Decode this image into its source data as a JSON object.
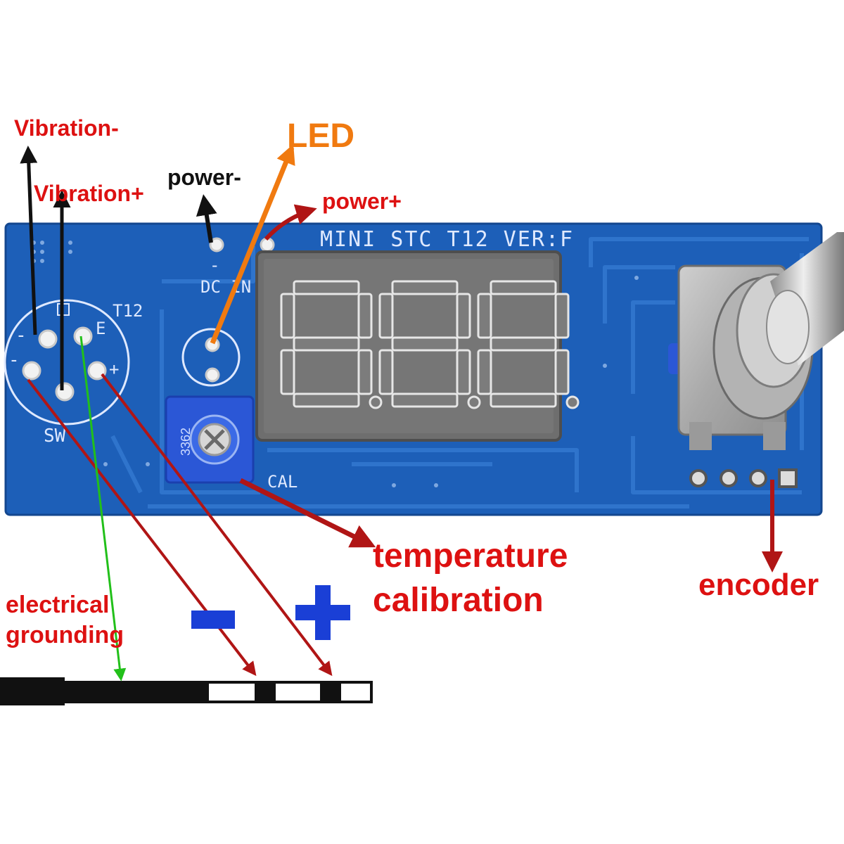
{
  "board": {
    "silkscreen_title": "MINI STC T12 VER:F",
    "dc_in_label": "DC IN",
    "dc_minus_mark": "-",
    "t12_label": "T12",
    "sw_label": "SW",
    "cal_label": "CAL",
    "pot_code": "3362",
    "pin_e": "E",
    "pin_minus_top": "-",
    "pin_minus_bottom": "-",
    "pin_plus": "+",
    "display_digits": "888"
  },
  "annotations": {
    "vibration_minus": "Vibration-",
    "vibration_plus": "Vibration+",
    "power_minus": "power-",
    "led": "LED",
    "power_plus": "power+",
    "temperature_calibration_line1": "temperature",
    "temperature_calibration_line2": "calibration",
    "encoder": "encoder",
    "electrical_grounding_line1": "electrical",
    "electrical_grounding_line2": "grounding",
    "minus_sign": "–",
    "plus_sign": "+"
  },
  "colors": {
    "board_blue": "#1d5fb8",
    "label_red": "#dd1111",
    "label_orange": "#f07a10",
    "label_black": "#111111",
    "arrow_darkred": "#b01515",
    "arrow_green": "#22c01a",
    "sign_blue": "#1a3fd6",
    "display_body": "#6e6e6e"
  }
}
